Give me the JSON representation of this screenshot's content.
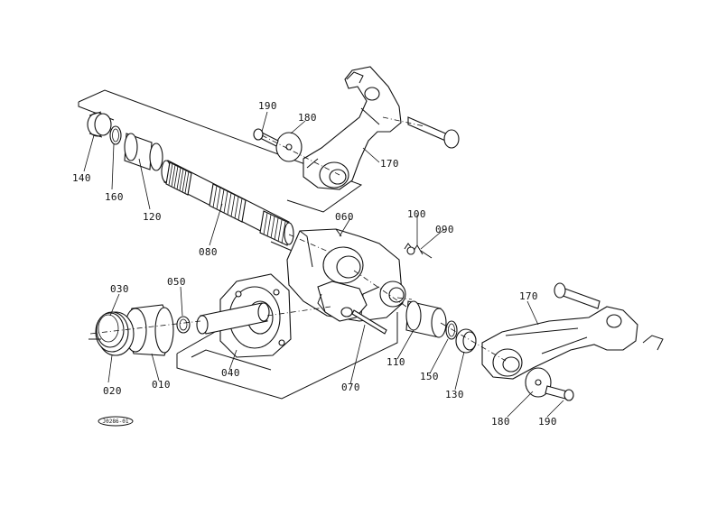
{
  "diagram": {
    "labels": {
      "p010": "010",
      "p020": "020",
      "p030": "030",
      "p040": "040",
      "p050": "050",
      "p060": "060",
      "p070": "070",
      "p080": "080",
      "p090": "090",
      "p100": "100",
      "p110": "110",
      "p120": "120",
      "p130": "130",
      "p140": "140",
      "p150": "150",
      "p160": "160",
      "p170_top": "170",
      "p170_right": "170",
      "p180_top": "180",
      "p180_right": "180",
      "p190_top": "190",
      "p190_right": "190"
    },
    "reference_code": "J0286-01"
  }
}
